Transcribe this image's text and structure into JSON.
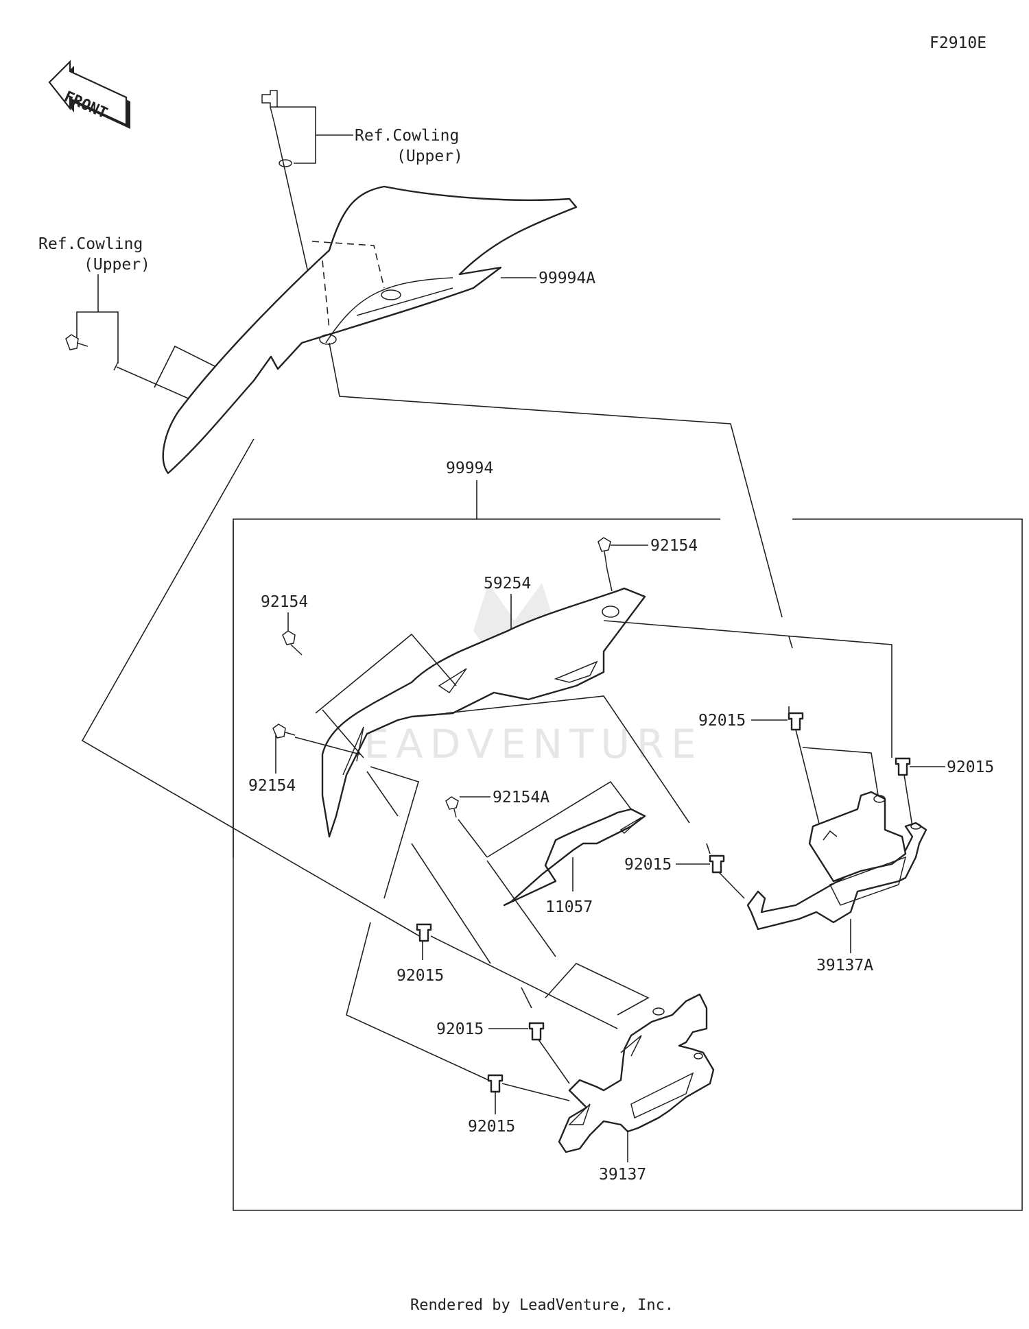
{
  "diagram_code": "F2910E",
  "front_label": "FRONT",
  "watermark": "LEADVENTURE",
  "footer": "Rendered by LeadVenture, Inc.",
  "refs": {
    "top": [
      "Ref.Cowling",
      "(Upper)"
    ],
    "left": [
      "Ref.Cowling",
      "(Upper)"
    ]
  },
  "part_labels": {
    "p99994A": "99994A",
    "p99994": "99994",
    "p92154_top": "92154",
    "p92154_left_upper": "92154",
    "p92154_left_lower": "92154",
    "p59254": "59254",
    "p92015_r1": "92015",
    "p92015_r2": "92015",
    "p92154A": "92154A",
    "p92015_mid": "92015",
    "p11057": "11057",
    "p39137A": "39137A",
    "p92015_l1": "92015",
    "p92015_l2": "92015",
    "p92015_l3": "92015",
    "p39137": "39137"
  }
}
